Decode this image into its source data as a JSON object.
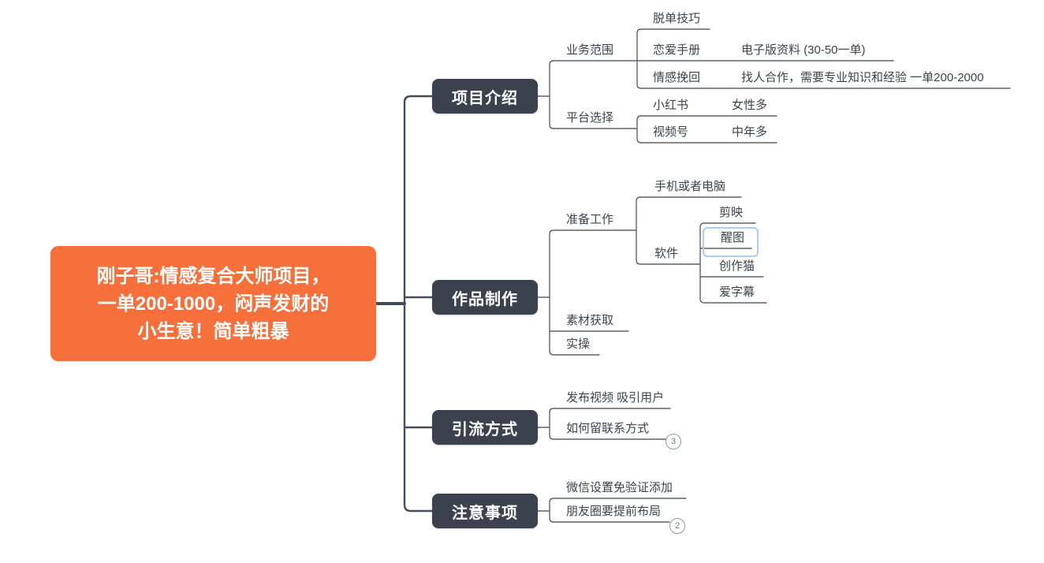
{
  "root": {
    "title_lines": [
      "刚子哥:情感复合大师项目，",
      "一单200-1000，闷声发财的",
      "小生意！简单粗暴"
    ]
  },
  "branches": [
    {
      "label": "项目介绍",
      "children": [
        {
          "label": "业务范围",
          "children": [
            {
              "label": "脱单技巧"
            },
            {
              "label": "恋爱手册",
              "note": "电子版资料 (30-50一单)"
            },
            {
              "label": "情感挽回",
              "note": "找人合作，需要专业知识和经验 一单200-2000"
            }
          ]
        },
        {
          "label": "平台选择",
          "children": [
            {
              "label": "小红书",
              "note": "女性多"
            },
            {
              "label": "视频号",
              "note": "中年多"
            }
          ]
        }
      ]
    },
    {
      "label": "作品制作",
      "children": [
        {
          "label": "准备工作",
          "children": [
            {
              "label": "手机或者电脑"
            },
            {
              "label": "软件",
              "children": [
                {
                  "label": "剪映"
                },
                {
                  "label": "醒图",
                  "selected": true
                },
                {
                  "label": "创作猫"
                },
                {
                  "label": "爱字幕"
                }
              ]
            }
          ]
        },
        {
          "label": "素材获取"
        },
        {
          "label": "实操"
        }
      ]
    },
    {
      "label": "引流方式",
      "children": [
        {
          "label": "发布视频 吸引用户"
        },
        {
          "label": "如何留联系方式",
          "badge": "3"
        }
      ]
    },
    {
      "label": "注意事项",
      "children": [
        {
          "label": "微信设置免验证添加"
        },
        {
          "label": "朋友圈要提前布局",
          "badge": "2"
        }
      ]
    }
  ],
  "colors": {
    "root_bg": "#f7703b",
    "branch_bg": "#3b424d",
    "main_line": "#454c57",
    "sub_line": "#5a626e",
    "selection_border": "#b0cbec",
    "topic_text": "#3c434d"
  }
}
